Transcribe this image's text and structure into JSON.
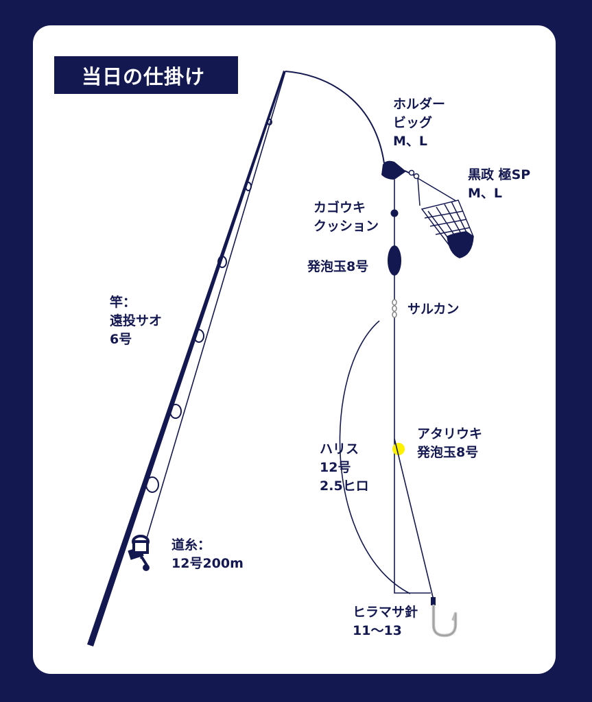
{
  "title": "当日の仕掛け",
  "labels": {
    "holder": [
      "ホルダー",
      "ビッグ",
      "M、L"
    ],
    "basket": [
      "黒政 極SP",
      "M、L"
    ],
    "cushion": [
      "カゴウキ",
      "クッション"
    ],
    "float": [
      "発泡玉8号"
    ],
    "swivel": [
      "サルカン"
    ],
    "rod": [
      "竿：",
      "遠投サオ",
      "6号"
    ],
    "indicator": [
      "アタリウキ",
      "発泡玉8号"
    ],
    "leader": [
      "ハリス",
      "12号",
      "2.5ヒロ"
    ],
    "mainline": [
      "道糸：",
      "12号200m"
    ],
    "hook": [
      "ヒラマサ針",
      "11〜13"
    ]
  },
  "colors": {
    "navy": "#141851",
    "background": "#ffffff",
    "indicator": "#fff200",
    "hook": "#bdbdbd"
  }
}
